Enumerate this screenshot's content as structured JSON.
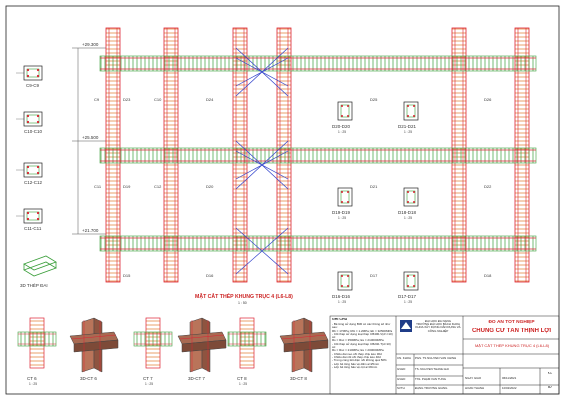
{
  "levels": [
    "+29.300",
    "+25.500",
    "+21.700"
  ],
  "beams": {
    "bay1": [
      "D23",
      "D19",
      "D15"
    ],
    "bay2": [
      "D24",
      "D20",
      "D16"
    ],
    "bay3": [
      "D25",
      "D21",
      "D17"
    ],
    "bay4": [
      "D26",
      "D22",
      "D18"
    ]
  },
  "column_labels": [
    "C9",
    "C10",
    "C11",
    "C12"
  ],
  "section_marks": {
    "c9": "C9-C9",
    "c10": "C10-C10",
    "c12": "C12-C12",
    "c11": "C11-C11",
    "d20": "D20-D20",
    "d21": "D21-D21",
    "d19": "D19-D19",
    "d18": "D18-D18",
    "d16": "D16-D16",
    "d17": "D17-D17",
    "scale": "1 : 25"
  },
  "stirrup_note": "3D THÉP ĐAI",
  "main_title": "MẶT CẮT THÉP KHUNG TRỤC 4 (L6-L8)",
  "main_scale": "1 : 50",
  "bottom_details": [
    {
      "label": "CT 6",
      "scale": "1 : 25"
    },
    {
      "label": "3D-CT 6",
      "scale": ""
    },
    {
      "label": "CT 7",
      "scale": "1 : 25"
    },
    {
      "label": "3D-CT 7",
      "scale": ""
    },
    {
      "label": "CT 8",
      "scale": "1 : 25"
    },
    {
      "label": "3D-CT 8",
      "scale": ""
    }
  ],
  "notes": {
    "heading": "GHI CHÚ",
    "lines": [
      "- Bê tông sử dụng B30 có các thông số như sau:",
      "  Rb = 17MPa; Rbt = 1.2MPa; Eb = 32500MPa",
      "- Cốt thép sử dụng loại thép CB400-V(d>=10) có:",
      "  Rs = Rsc = 350MPa; Es = 210000MPa",
      "- Cốt thép sử dụng loại thép CB240-T(d<10) có:",
      "  Rs = Rsc = 210MPa; Es = 200000MPa",
      "- Chiều dài neo cốt thép chịu kéo 30d",
      "- Chiều dài nối cốt thép chịu kéo 40d",
      "- Trong cùng tiết diện nối không quá 50%",
      "- Lớp bê tông bảo vệ dầm a=25mm",
      "- Lớp bê tông bảo vệ cột a=30mm"
    ]
  },
  "title_block": {
    "school": [
      "ĐẠI HỌC ĐÀ NẴNG",
      "TRƯỜNG ĐẠI HỌC BÁCH KHOA",
      "KHOA XÂY DỰNG DÂN DỤNG VÀ CÔNG NGHIỆP"
    ],
    "project_label": "ĐỒ ÁN TỐT NGHIỆP",
    "project_name": "CHUNG CƯ TÂN THỊNH LỢI",
    "sheet_name": "MẶT CẮT THÉP KHUNG TRỤC 4 (L6-L8)",
    "rows": [
      {
        "role": "CN. KHOA",
        "name": "PGS. TS NGUYỄN VĂN CHÍNH"
      },
      {
        "role": "GVHD",
        "name": "TS. NGUYỄN THANH HẢI"
      },
      {
        "role": "GVHD",
        "name": "ThS. PHẠM VĂN TÙNG"
      },
      {
        "role": "SVTH",
        "name": "ĐẶNG TRƯỜNG GIANG"
      }
    ],
    "date_label": "NGÀY GIAO",
    "date_value": "06/11/2021",
    "done_label": "HOÀN THÀNH",
    "done_value": "10/02/2022",
    "sheet_no_label": "KC",
    "sheet_no": "07"
  }
}
